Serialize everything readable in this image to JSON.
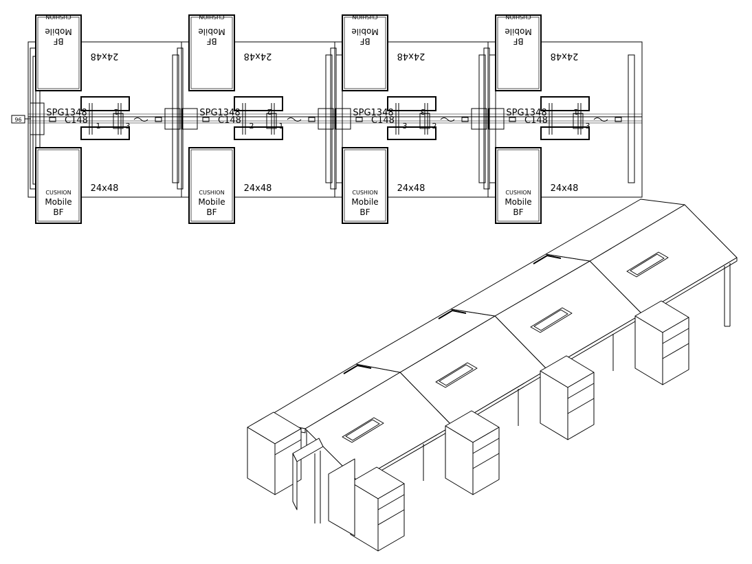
{
  "plan": {
    "dimension_tag": "96",
    "stations": [
      {
        "top_desk": "24x48",
        "bottom_desk": "24x48",
        "panel_code": "SPG1348",
        "grommet_code": "C148",
        "top_ped": {
          "line1": "CUSHION",
          "line2": "Mobile",
          "line3": "BF"
        },
        "bottom_ped": {
          "line1": "CUSHION",
          "line2": "Mobile",
          "line3": "BF"
        },
        "leg_a": "1",
        "leg_b": "3",
        "leg_c": "1"
      },
      {
        "top_desk": "24x48",
        "bottom_desk": "24x48",
        "panel_code": "SPG1348",
        "grommet_code": "C148",
        "top_ped": {
          "line1": "CUSHION",
          "line2": "Mobile",
          "line3": "BF"
        },
        "bottom_ped": {
          "line1": "CUSHION",
          "line2": "Mobile",
          "line3": "BF"
        },
        "leg_a": "2",
        "leg_b": "1",
        "leg_c": "2"
      },
      {
        "top_desk": "24x48",
        "bottom_desk": "24x48",
        "panel_code": "SPG1348",
        "grommet_code": "C148",
        "top_ped": {
          "line1": "CUSHION",
          "line2": "Mobile",
          "line3": "BF"
        },
        "bottom_ped": {
          "line1": "CUSHION",
          "line2": "Mobile",
          "line3": "BF"
        },
        "leg_a": "3",
        "leg_b": "2",
        "leg_c": "3"
      },
      {
        "top_desk": "24x48",
        "bottom_desk": "24x48",
        "panel_code": "SPG1348",
        "grommet_code": "C148",
        "top_ped": {
          "line1": "CUSHION",
          "line2": "Mobile",
          "line3": "BF"
        },
        "bottom_ped": {
          "line1": "CUSHION",
          "line2": "Mobile",
          "line3": "BF"
        },
        "leg_a": "",
        "leg_b": "3",
        "leg_c": "1"
      }
    ]
  },
  "colors": {
    "line": "#000000",
    "background": "#ffffff",
    "fill": "#ffffff",
    "grey": "#888888"
  }
}
